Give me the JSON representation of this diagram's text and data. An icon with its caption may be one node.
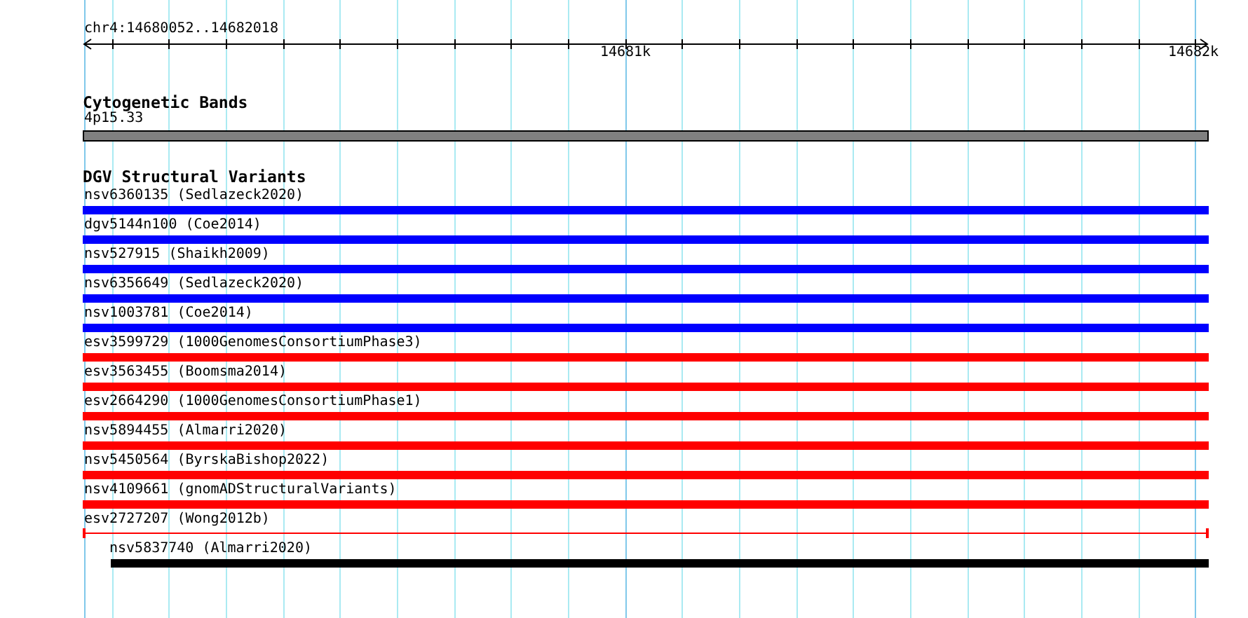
{
  "diagram": {
    "nodes": [
      {
        "text": [
          "4p15.33"
        ]
      },
      {
        "text": [
          "nsv6360135 (Sedlazeck2020)"
        ]
      },
      {
        "text": [
          "dgv5144n100 (Coe2014)"
        ]
      },
      {
        "text": [
          "nsv527915 (Shaikh2009)"
        ]
      },
      {
        "text": [
          "nsv6356649 (Sedlazeck2020)"
        ]
      },
      {
        "text": [
          "nsv1003781 (Coe2014)"
        ]
      },
      {
        "text": [
          "esv3599729 (1000GenomesConsortiumPhase3)"
        ]
      },
      {
        "text": [
          "esv3563455 (Boomsma2014)"
        ]
      },
      {
        "text": [
          "esv2664290 (1000GenomesConsortiumPhase1)"
        ]
      },
      {
        "text": [
          "nsv5894455 (Almarri2020)"
        ]
      },
      {
        "text": [
          "nsv5450564 (ByrskaBishop2022)"
        ]
      },
      {
        "text": [
          "nsv4109661 (gnomADStructuralVariants)"
        ]
      },
      {
        "text": [
          "esv2727207 (Wong2012b)"
        ]
      },
      {
        "text": [
          "nsv5837740 (Almarri2020)"
        ]
      }
    ],
    "labels": [
      "chr4:14680052..14682018",
      "14681k",
      "14682k",
      "Cytogenetic Bands",
      "DGV Structural Variants"
    ]
  }
}
